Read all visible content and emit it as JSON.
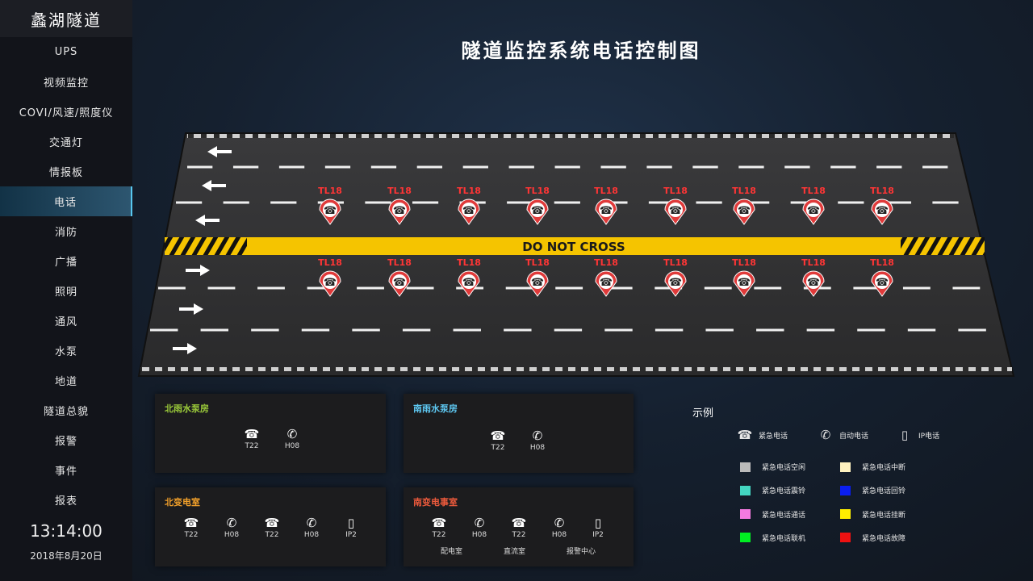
{
  "app_title": "蠡湖隧道",
  "nav": [
    "UPS",
    "视频监控",
    "COVI/风速/照度仪",
    "交通灯",
    "情报板",
    "电话",
    "消防",
    "广播",
    "照明",
    "通风",
    "水泵",
    "地道",
    "隧道总貌",
    "报警",
    "事件",
    "报表"
  ],
  "active_nav": 5,
  "clock": {
    "time": "13:14:00",
    "date": "2018年8月20日"
  },
  "page_title": "隧道监控系统电话控制图",
  "road": {
    "center_label": "DO NOT CROSS",
    "phone_tag": "TL18",
    "upper_count": 9,
    "lower_count": 9,
    "upper_direction": "left",
    "lower_direction": "right"
  },
  "panels": [
    {
      "title": "北雨水泵房",
      "title_color": "#9ccc3a",
      "devices": [
        {
          "type": "emergency",
          "label": "T22"
        },
        {
          "type": "auto",
          "label": "H08"
        }
      ],
      "rooms": []
    },
    {
      "title": "南雨水泵房",
      "title_color": "#5ec8f2",
      "devices": [
        {
          "type": "emergency",
          "label": "T22"
        },
        {
          "type": "auto",
          "label": "H08"
        }
      ],
      "rooms": []
    },
    {
      "title": "北变电室",
      "title_color": "#f2a02a",
      "devices": [
        {
          "type": "emergency",
          "label": "T22"
        },
        {
          "type": "auto",
          "label": "H08"
        },
        {
          "type": "emergency",
          "label": "T22"
        },
        {
          "type": "auto",
          "label": "H08"
        },
        {
          "type": "ip",
          "label": "IP2"
        }
      ],
      "rooms": []
    },
    {
      "title": "南变电事室",
      "title_color": "#ec5a3c",
      "devices": [
        {
          "type": "emergency",
          "label": "T22"
        },
        {
          "type": "auto",
          "label": "H08"
        },
        {
          "type": "emergency",
          "label": "T22"
        },
        {
          "type": "auto",
          "label": "H08"
        },
        {
          "type": "ip",
          "label": "IP2"
        }
      ],
      "rooms": [
        "配电室",
        "直流室",
        "报警中心"
      ]
    }
  ],
  "legend": {
    "title": "示例",
    "icons": [
      {
        "icon": "emergency-phone-icon",
        "label": "紧急电话"
      },
      {
        "icon": "auto-phone-icon",
        "label": "自动电话"
      },
      {
        "icon": "ip-phone-icon",
        "label": "IP电话"
      }
    ],
    "colors": [
      {
        "color": "#bbbbbb",
        "label": "紧急电话空闲"
      },
      {
        "color": "#fff2c0",
        "label": "紧急电话中断"
      },
      {
        "color": "#44d6c2",
        "label": "紧急电话震铃"
      },
      {
        "color": "#0a1ef0",
        "label": "紧急电话回铃"
      },
      {
        "color": "#f47ae0",
        "label": "紧急电话通话"
      },
      {
        "color": "#ffee00",
        "label": "紧急电话挂断"
      },
      {
        "color": "#00ee22",
        "label": "紧急电话联机"
      },
      {
        "color": "#ee1111",
        "label": "紧急电话故障"
      }
    ]
  }
}
